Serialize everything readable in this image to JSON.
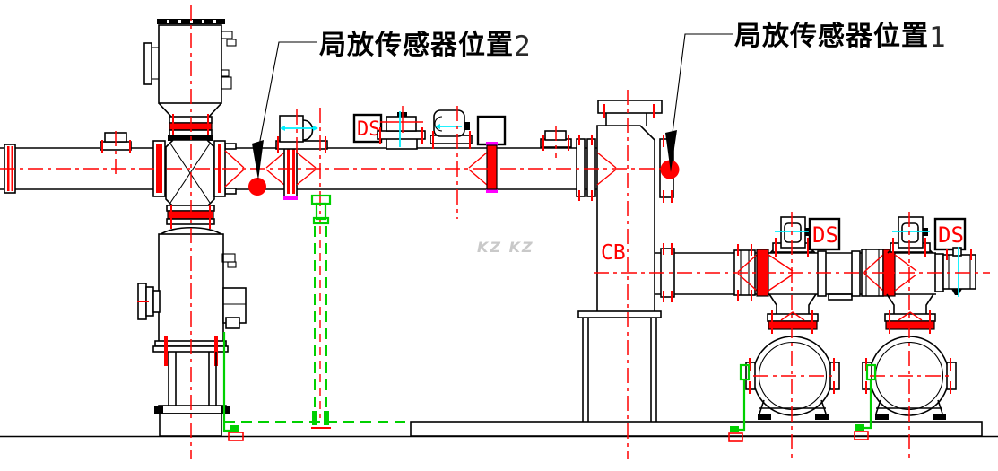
{
  "drawing": {
    "sensor_labels": {
      "label2": {
        "text": "局放传感器位置",
        "number": "2"
      },
      "label1": {
        "text": "局放传感器位置",
        "number": "1"
      }
    },
    "equipment_labels": {
      "ds": "DS",
      "cb": "CB"
    },
    "watermark": "KZ KZ"
  },
  "colors": {
    "line": "#000000",
    "red": "#ff0000",
    "green": "#00d000",
    "cyan": "#00f0ff",
    "magenta": "#ff00ff",
    "watermark": "#c9c9c9",
    "background": "#ffffff"
  }
}
